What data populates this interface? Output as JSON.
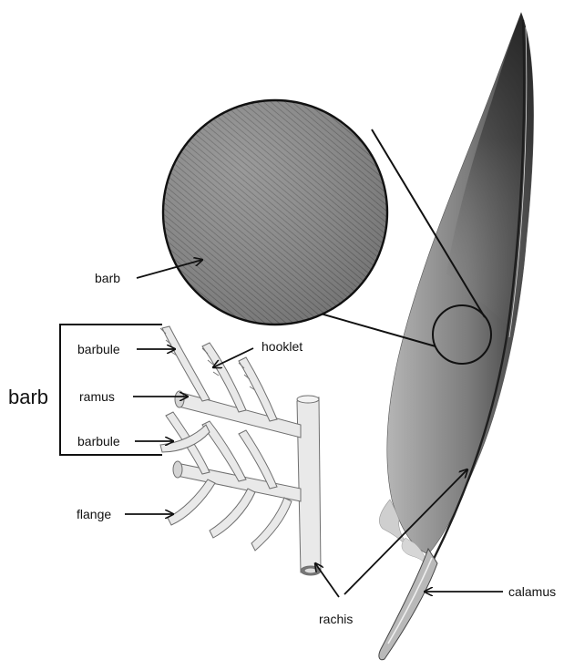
{
  "labels": {
    "barb_circle": "barb",
    "barbule_top": "barbule",
    "hooklet": "hooklet",
    "barb_bracket": "barb",
    "ramus": "ramus",
    "barbule_bottom": "barbule",
    "flange": "flange",
    "rachis": "rachis",
    "calamus": "calamus"
  },
  "colors": {
    "vane_light": "#9c9c9c",
    "vane_dark": "#2e2e2e",
    "zoom_fill": "#8a8a8a",
    "structure_fill": "#e9e9e9",
    "structure_stroke": "#6f6f6f",
    "ink": "#111111"
  }
}
